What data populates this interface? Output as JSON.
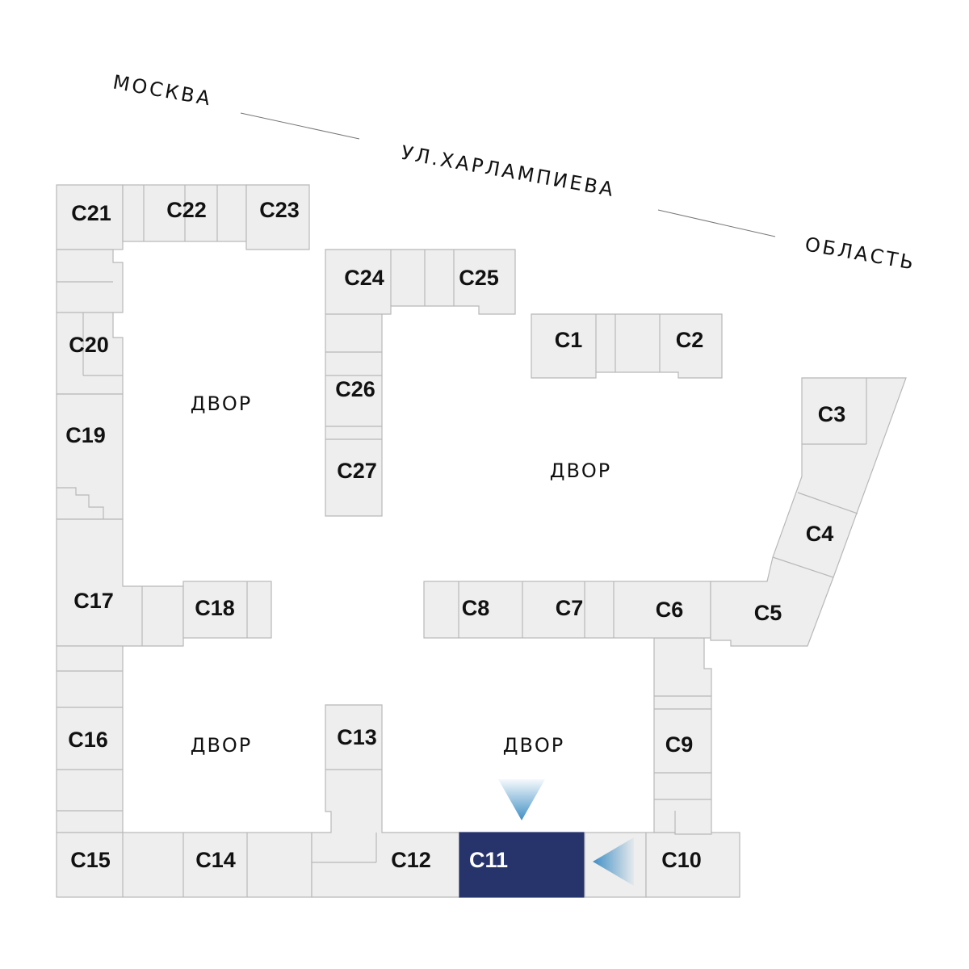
{
  "street": {
    "city": "МОСКВА",
    "name": "УЛ.ХАРЛАМПИЕВА",
    "region": "ОБЛАСТЬ"
  },
  "yards": {
    "label": "ДВОР"
  },
  "sections": {
    "c1": "C1",
    "c2": "C2",
    "c3": "C3",
    "c4": "C4",
    "c5": "C5",
    "c6": "C6",
    "c7": "C7",
    "c8": "C8",
    "c9": "C9",
    "c10": "C10",
    "c11": "C11",
    "c12": "C12",
    "c13": "C13",
    "c14": "C14",
    "c15": "C15",
    "c16": "C16",
    "c17": "C17",
    "c18": "C18",
    "c19": "C19",
    "c20": "C20",
    "c21": "C21",
    "c22": "C22",
    "c23": "C23",
    "c24": "C24",
    "c25": "C25",
    "c26": "C26",
    "c27": "C27"
  },
  "selected_section": "C11",
  "colors": {
    "block": "#eeeeee",
    "outline": "#b8b8b8",
    "selected": "#27346c",
    "entrance_arrow": "#3f8fc4"
  }
}
